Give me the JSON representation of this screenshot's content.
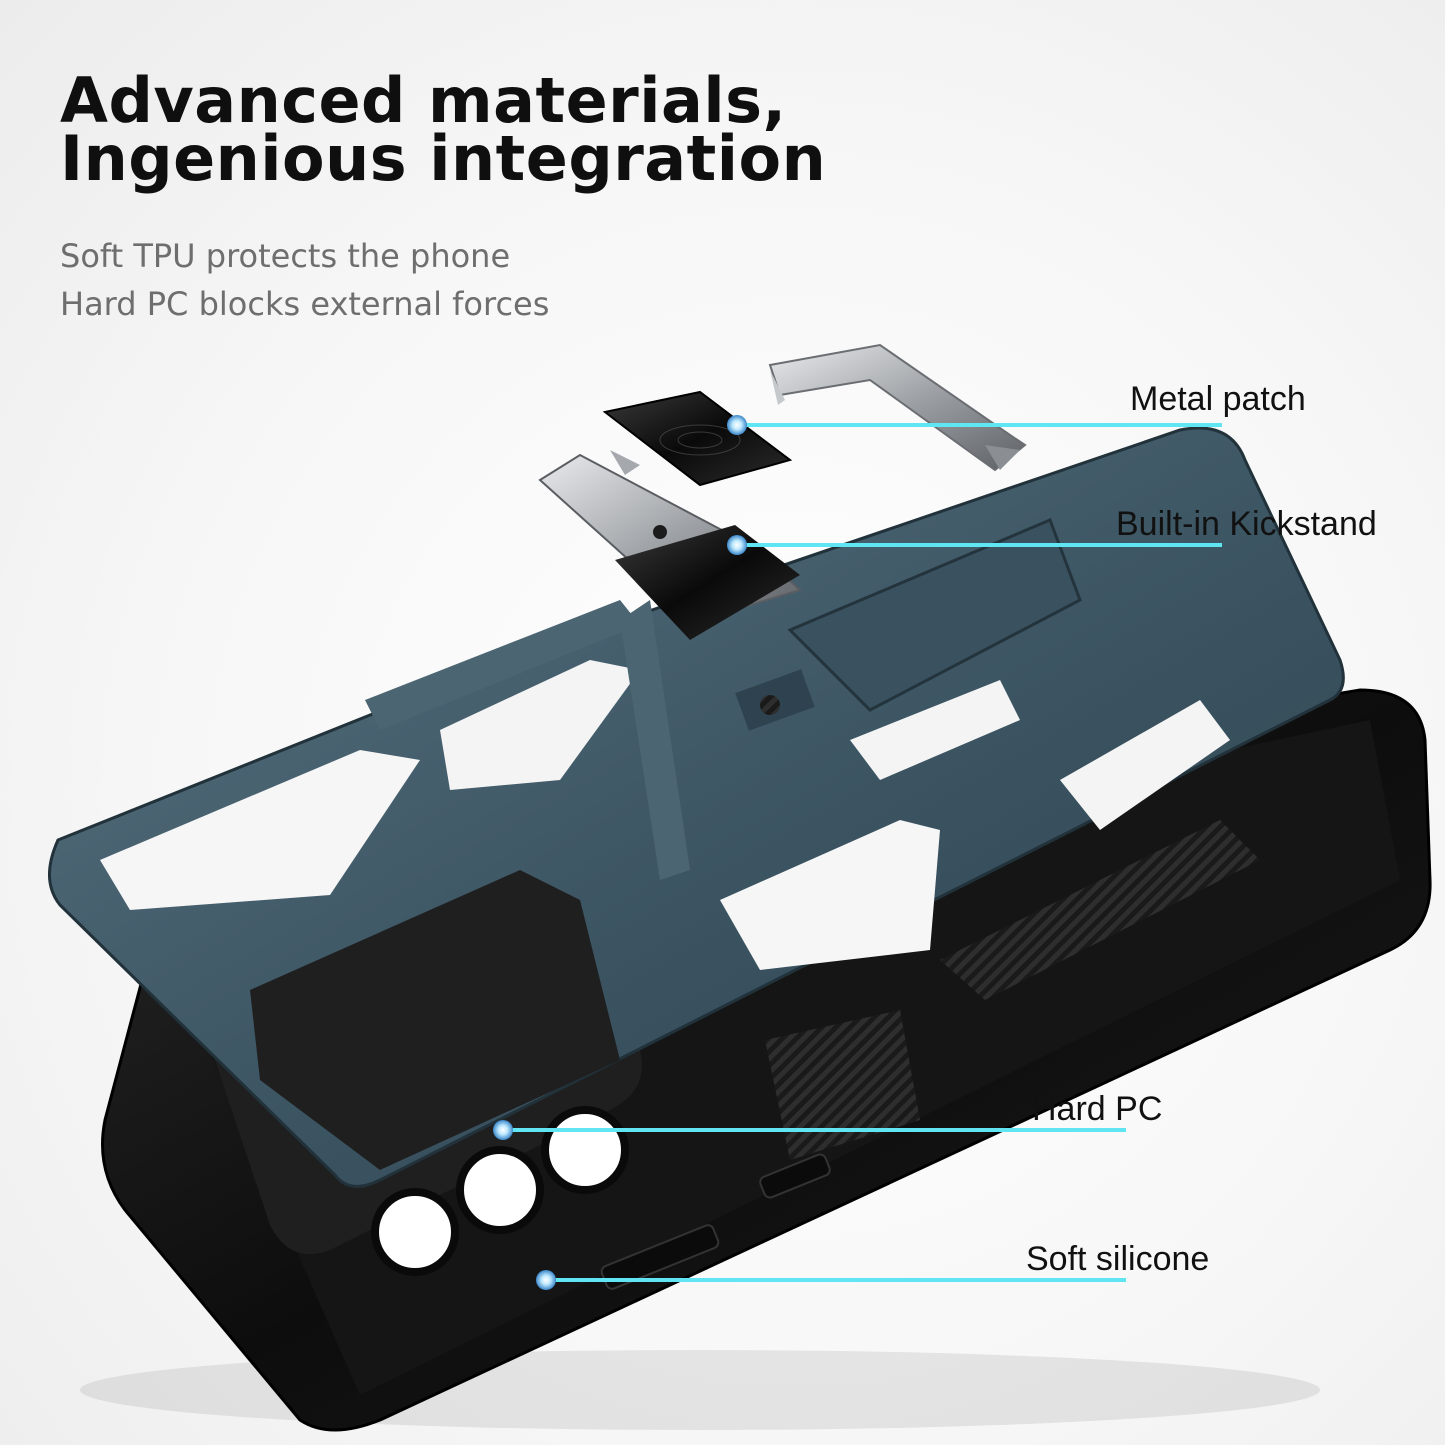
{
  "headline": {
    "line1": "Advanced materials,",
    "line2": "Ingenious integration"
  },
  "subline": {
    "line1": "Soft TPU protects the phone",
    "line2": "Hard PC blocks external forces"
  },
  "callouts": {
    "metal_patch": "Metal patch",
    "kickstand": "Built-in Kickstand",
    "hard_pc": "Hard PC",
    "soft_silicone": "Soft silicone"
  },
  "colors": {
    "accent_line": "#5fe6f2",
    "frame_blue": "#3f5866",
    "tpu_black": "#141414",
    "metal": "#b9bcc0"
  }
}
